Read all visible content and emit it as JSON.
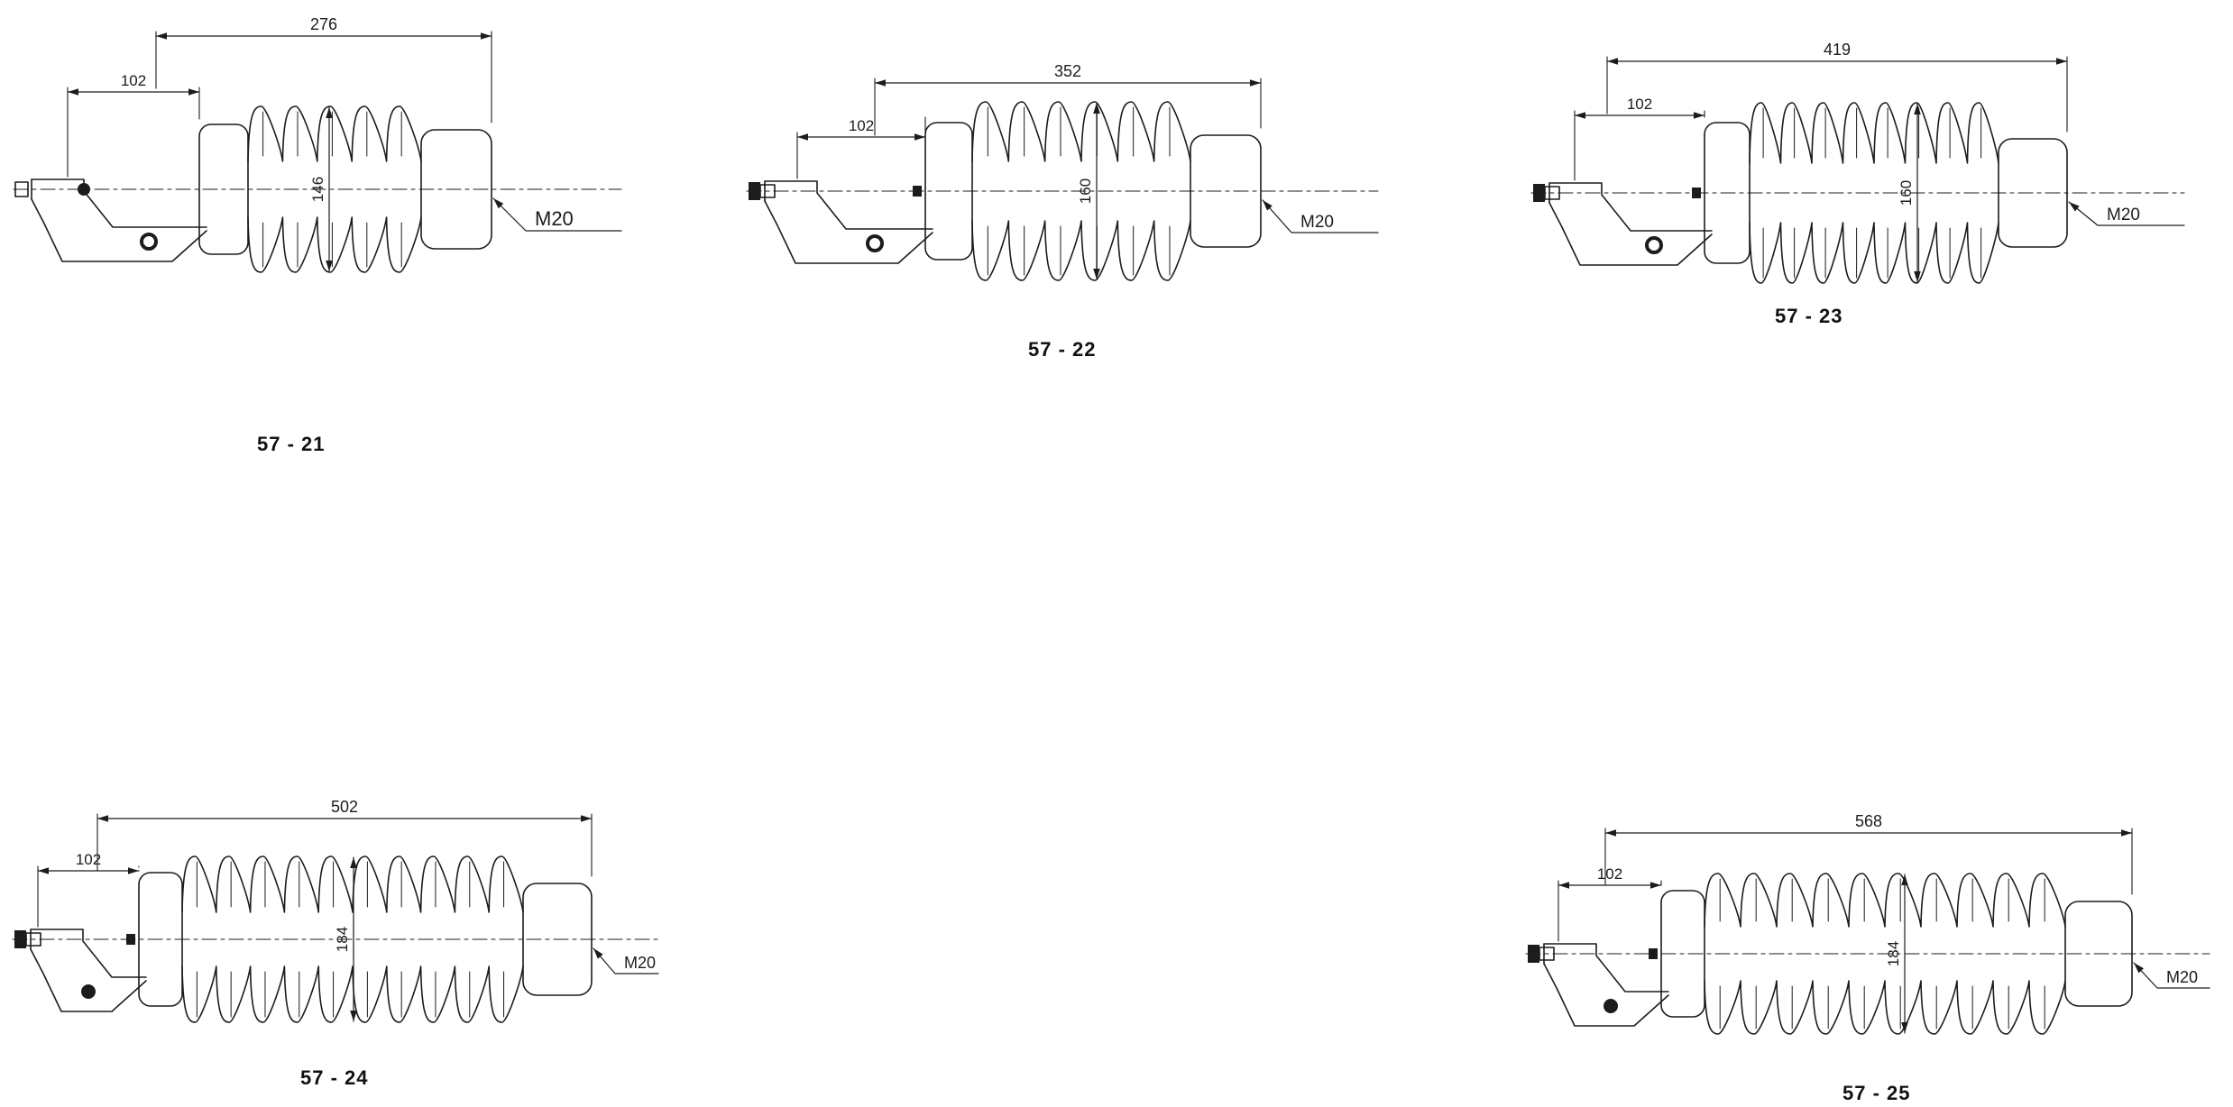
{
  "figures": [
    {
      "label": "57 - 21",
      "total_length": "276",
      "mount_length": "102",
      "diameter": "146",
      "thread": "M20",
      "shed_count": 5
    },
    {
      "label": "57 - 22",
      "total_length": "352",
      "mount_length": "102",
      "diameter": "160",
      "thread": "M20",
      "shed_count": 6
    },
    {
      "label": "57 - 23",
      "total_length": "419",
      "mount_length": "102",
      "diameter": "160",
      "thread": "M20",
      "shed_count": 8
    },
    {
      "label": "57 - 24",
      "total_length": "502",
      "mount_length": "102",
      "diameter": "184",
      "thread": "M20",
      "shed_count": 10
    },
    {
      "label": "57 - 25",
      "total_length": "568",
      "mount_length": "102",
      "diameter": "184",
      "thread": "M20",
      "shed_count": 10
    }
  ],
  "colors": {
    "line": "#1c1c1c",
    "background": "#ffffff"
  }
}
